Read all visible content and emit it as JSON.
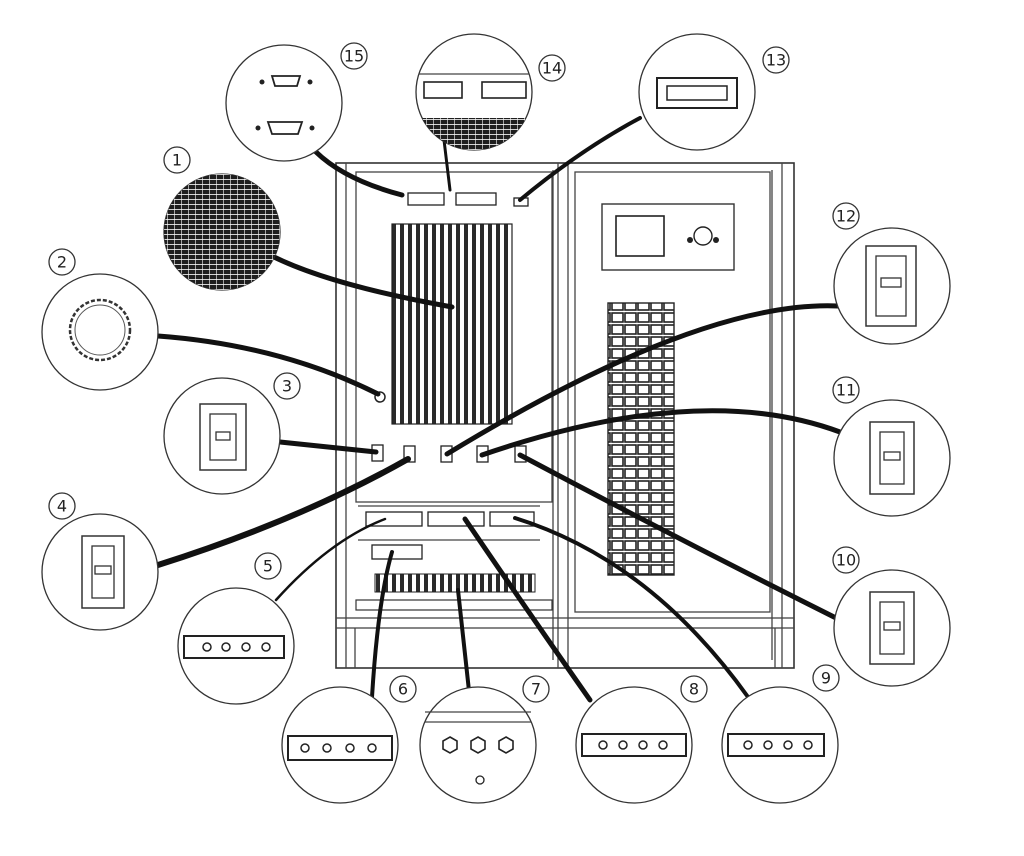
{
  "callouts": [
    {
      "number": "1",
      "label_id": "callout-1"
    },
    {
      "number": "2",
      "label_id": "callout-2"
    },
    {
      "number": "3",
      "label_id": "callout-3"
    },
    {
      "number": "4",
      "label_id": "callout-4"
    },
    {
      "number": "5",
      "label_id": "callout-5"
    },
    {
      "number": "6",
      "label_id": "callout-6"
    },
    {
      "number": "7",
      "label_id": "callout-7"
    },
    {
      "number": "8",
      "label_id": "callout-8"
    },
    {
      "number": "9",
      "label_id": "callout-9"
    },
    {
      "number": "10",
      "label_id": "callout-10"
    },
    {
      "number": "11",
      "label_id": "callout-11"
    },
    {
      "number": "12",
      "label_id": "callout-12"
    },
    {
      "number": "13",
      "label_id": "callout-13"
    },
    {
      "number": "14",
      "label_id": "callout-14"
    },
    {
      "number": "15",
      "label_id": "callout-15"
    }
  ],
  "colors": {
    "line": "#111111",
    "outline": "#333333",
    "background": "#ffffff"
  }
}
